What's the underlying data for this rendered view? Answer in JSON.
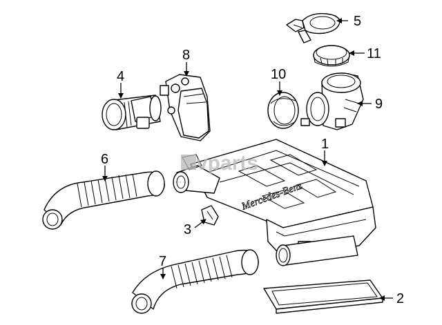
{
  "watermark": {
    "text": "vparts"
  },
  "emboss": {
    "text": "Mercedes-Benz"
  },
  "callouts": [
    {
      "id": "c1",
      "label": "1"
    },
    {
      "id": "c2",
      "label": "2"
    },
    {
      "id": "c3",
      "label": "3"
    },
    {
      "id": "c4",
      "label": "4"
    },
    {
      "id": "c5",
      "label": "5"
    },
    {
      "id": "c6",
      "label": "6"
    },
    {
      "id": "c7",
      "label": "7"
    },
    {
      "id": "c8",
      "label": "8"
    },
    {
      "id": "c9",
      "label": "9"
    },
    {
      "id": "c10",
      "label": "10"
    },
    {
      "id": "c11",
      "label": "11"
    }
  ]
}
